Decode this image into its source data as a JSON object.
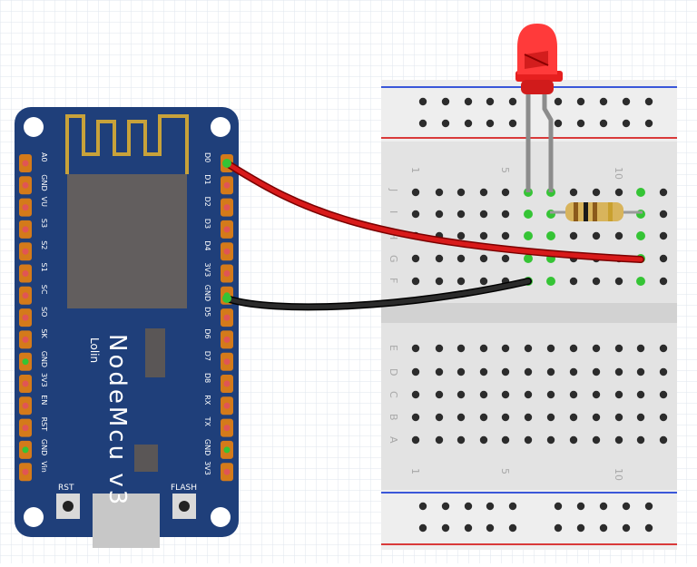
{
  "board": {
    "name": "NodeMcu v3",
    "maker": "Lolin",
    "button_rst": "RST",
    "button_flash": "FLASH",
    "pins_left": [
      "A0",
      "GND",
      "VU",
      "S3",
      "S2",
      "S1",
      "SC",
      "SO",
      "SK",
      "GND",
      "3V3",
      "EN",
      "RST",
      "GND",
      "Vin"
    ],
    "pins_right": [
      "D0",
      "D1",
      "D2",
      "D3",
      "D4",
      "3V3",
      "GND",
      "D5",
      "D6",
      "D7",
      "D8",
      "RX",
      "TX",
      "GND",
      "3V3"
    ]
  },
  "breadboard": {
    "rows_top": [
      "J",
      "I",
      "H",
      "G",
      "F"
    ],
    "rows_bottom": [
      "E",
      "D",
      "C",
      "B",
      "A"
    ],
    "column_markers": [
      "1",
      "5",
      "10"
    ]
  },
  "colors": {
    "board": "#1f3f7a",
    "wire_signal": "#cc0000",
    "wire_ground": "#111111",
    "led": "#ee2222",
    "rail_red": "#d93a3a",
    "rail_blue": "#3a57d9",
    "connected_hole": "#35c435"
  },
  "icons": {
    "led": "led-icon",
    "resistor": "resistor-icon",
    "antenna": "antenna-icon"
  }
}
